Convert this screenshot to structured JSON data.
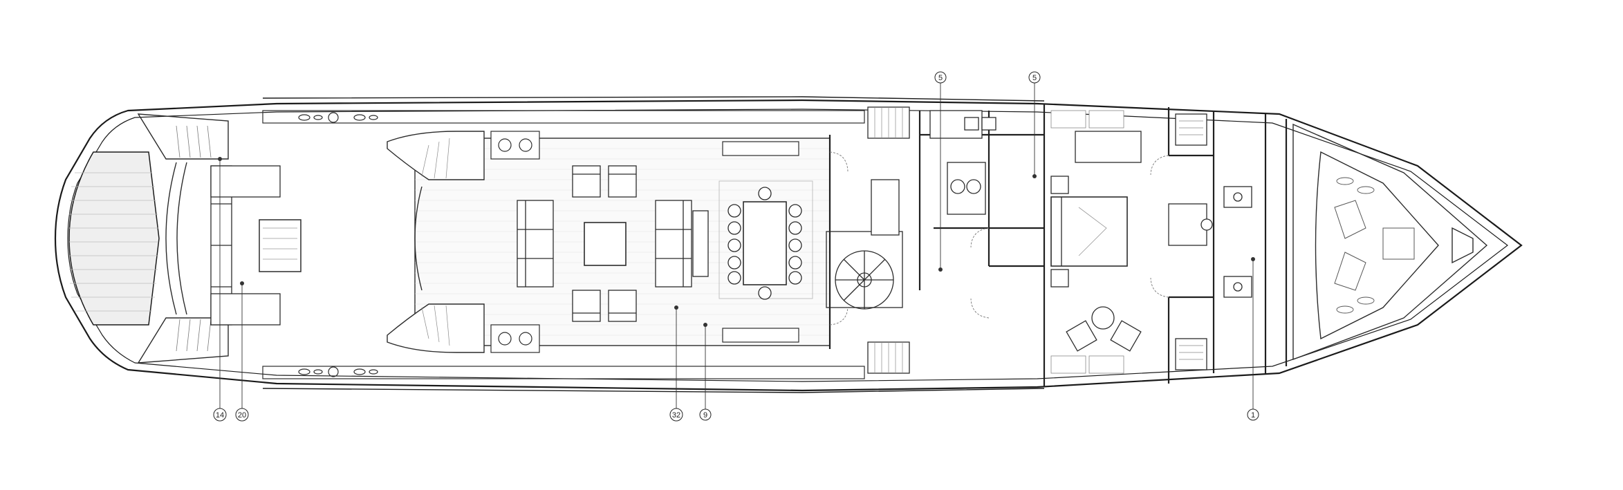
{
  "plan": {
    "colors": {
      "background": "#ffffff",
      "hull": "#1a1a1a",
      "wall": "#2b2b2b",
      "furniture": "#444444",
      "deck": "#e8e8e8",
      "leader": "#333333"
    },
    "callouts": [
      {
        "id": "callout-5-galley",
        "label": "5"
      },
      {
        "id": "callout-5-entrance",
        "label": "5"
      },
      {
        "id": "callout-14",
        "label": "14"
      },
      {
        "id": "callout-20",
        "label": "20"
      },
      {
        "id": "callout-32",
        "label": "32"
      },
      {
        "id": "callout-9",
        "label": "9"
      },
      {
        "id": "callout-1",
        "label": "1"
      }
    ]
  }
}
